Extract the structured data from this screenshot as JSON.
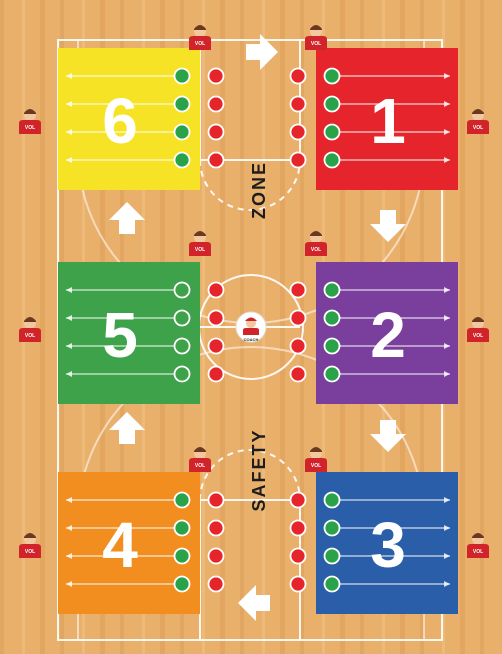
{
  "colors": {
    "court": "#e9b06c",
    "court_dark": "#d9984f",
    "line": "#ffffff",
    "zone_6": "#f7e325",
    "zone_1": "#e5252b",
    "zone_5": "#3ea24a",
    "zone_2": "#7a3f9d",
    "zone_4": "#f28e1f",
    "zone_3": "#2a5ea8",
    "player_green": "#2aa24a",
    "player_red": "#e5252b",
    "volunteer": "#d0242a",
    "coach": "#d0242a",
    "arrow": "#ffffff",
    "safety_text": "#1d1d1d"
  },
  "zones": [
    {
      "id": "zone-6",
      "number": "6",
      "color_key": "zone_6"
    },
    {
      "id": "zone-1",
      "number": "1",
      "color_key": "zone_1"
    },
    {
      "id": "zone-5",
      "number": "5",
      "color_key": "zone_5"
    },
    {
      "id": "zone-2",
      "number": "2",
      "color_key": "zone_2"
    },
    {
      "id": "zone-4",
      "number": "4",
      "color_key": "zone_4"
    },
    {
      "id": "zone-3",
      "number": "3",
      "color_key": "zone_3"
    }
  ],
  "labels": {
    "safety": "SAFETY",
    "zone": "ZONE",
    "volunteer": "VOL",
    "coach": "COACH"
  },
  "icons": {
    "arrow": "arrow-icon",
    "volunteer": "volunteer-icon",
    "coach": "coach-icon"
  }
}
